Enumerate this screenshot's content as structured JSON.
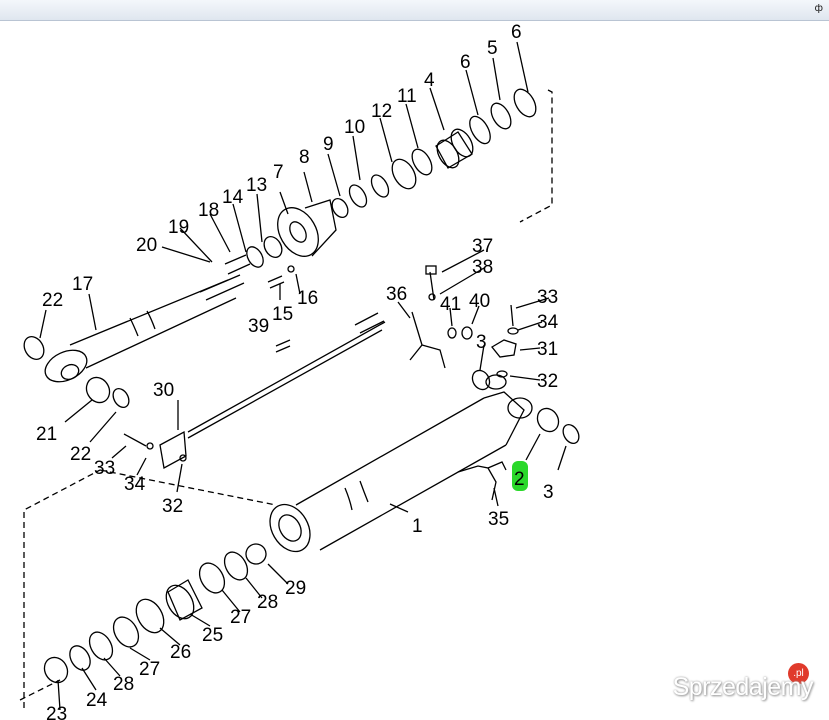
{
  "window": {
    "pin_glyph": "ф"
  },
  "diagram": {
    "highlighted_label": "2",
    "labels": {
      "top_6a": "6",
      "top_5": "5",
      "top_6b": "6",
      "top_4": "4",
      "top_11": "11",
      "top_12": "12",
      "top_10": "10",
      "top_9": "9",
      "top_8": "8",
      "top_7": "7",
      "top_13": "13",
      "top_14": "14",
      "top_18": "18",
      "top_19": "19",
      "top_20": "20",
      "top_17": "17",
      "top_22": "22",
      "top_15": "15",
      "top_16": "16",
      "mid_37": "37",
      "mid_38": "38",
      "mid_36": "36",
      "mid_41": "41",
      "mid_40": "40",
      "mid_33": "33",
      "mid_34": "34",
      "mid_3": "3",
      "mid_31": "31",
      "mid_32": "32",
      "mid_39": "39",
      "mid_30": "30",
      "mid_21": "21",
      "mid_22": "22",
      "mid_33b": "33",
      "mid_34b": "34",
      "mid_32b": "32",
      "mid_3b": "3",
      "mid_35": "35",
      "mid_1": "1",
      "bot_29": "29",
      "bot_28": "28",
      "bot_27": "27",
      "bot_25": "25",
      "bot_26": "26",
      "bot_27b": "27",
      "bot_28b": "28",
      "bot_24": "24",
      "bot_23": "23"
    }
  },
  "watermark": {
    "text": "Sprzedajemy",
    "badge": ".pl"
  }
}
